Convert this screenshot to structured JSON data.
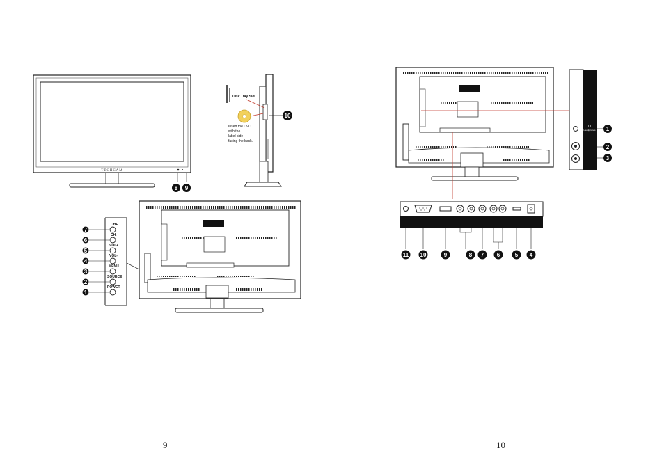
{
  "left_page": {
    "page_number": "9"
  },
  "right_page": {
    "page_number": "10"
  },
  "tv_front": {
    "brand": "TECHCAM",
    "callouts": [
      "8",
      "9"
    ]
  },
  "side_view": {
    "slot_label": "Disc Tray Slot",
    "instruction_lines": [
      "Insert the DVD",
      "with the",
      "label side",
      "facing the back."
    ],
    "callout": "10"
  },
  "control_panel": {
    "buttons": [
      {
        "num": "7",
        "label": "CH+"
      },
      {
        "num": "6",
        "label": "CH-"
      },
      {
        "num": "5",
        "label": "VOL+"
      },
      {
        "num": "4",
        "label": "VOL-"
      },
      {
        "num": "3",
        "label": "MENU"
      },
      {
        "num": "2",
        "label": "SOURCE"
      },
      {
        "num": "1",
        "label": "POWER"
      }
    ]
  },
  "side_panel": {
    "jack_label": "Headphones",
    "callouts": [
      "1",
      "2",
      "3"
    ]
  },
  "rear_panel": {
    "callouts": [
      "11",
      "10",
      "9",
      "8",
      "7",
      "6",
      "5",
      "4"
    ]
  }
}
